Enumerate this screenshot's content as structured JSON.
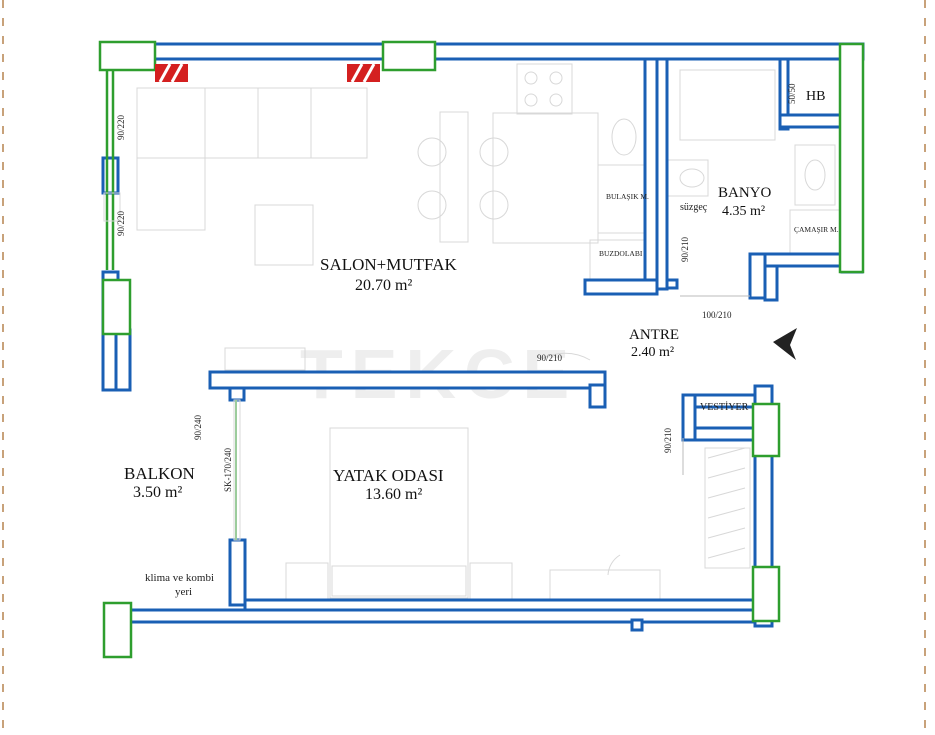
{
  "rooms": {
    "salon": {
      "name": "SALON+MUTFAK",
      "area": "20.70 m²"
    },
    "banyo": {
      "name": "BANYO",
      "area": "4.35 m²"
    },
    "antre": {
      "name": "ANTRE",
      "area": "2.40 m²"
    },
    "balkon": {
      "name": "BALKON",
      "area": "3.50 m²"
    },
    "yatak": {
      "name": "YATAK ODASI",
      "area": "13.60 m²"
    }
  },
  "labels": {
    "hb": "HB",
    "bulasik": "BULAŞIK M.",
    "buzdolabi": "BUZDOLABI",
    "camasir": "ÇAMAŞIR M.",
    "suzgec": "süzgeç",
    "vestiyer": "VESTİYER",
    "klima_line1": "klima ve kombi",
    "klima_line2": "yeri"
  },
  "dimensions": {
    "win_left_top": "90/220",
    "win_left_mid": "90/220",
    "hb_window": "50/50",
    "banyo_door": "90/210",
    "entry_door": "100/210",
    "salon_door": "90/210",
    "balkon_door": "90/240",
    "sliding_door": "SK-170/240",
    "vestiyer_door": "90/210"
  },
  "watermark": "TEKCE",
  "colors": {
    "wall": "#1a5fb4",
    "window": "#2e9e2e",
    "radiator": "#d42020",
    "border_dash": "#c8a27a"
  }
}
